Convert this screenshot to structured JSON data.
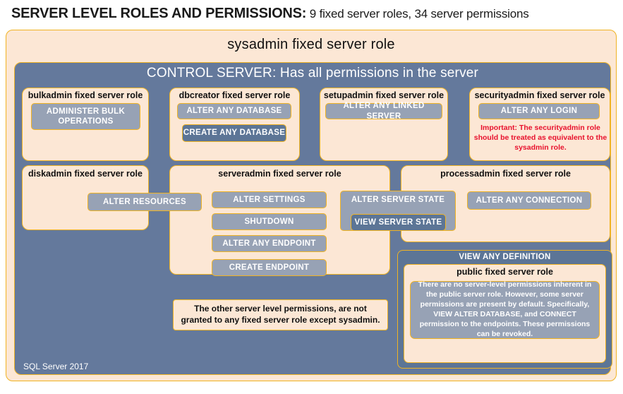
{
  "title": {
    "strong": "SERVER LEVEL ROLES AND PERMISSIONS:",
    "rest": " 9 fixed server roles, 34 server permissions"
  },
  "diagram": {
    "sysadmin_label": "sysadmin  fixed  server  role",
    "control_server_label": "CONTROL SERVER: Has all permissions in the server",
    "sql_version": "SQL Server 2017",
    "other_permissions_note": "The other server level permissions, are not granted to any fixed server role except sysadmin."
  },
  "roles": {
    "bulkadmin": {
      "title": "bulkadmin  fixed server role",
      "permissions": [
        "ADMINISTER  BULK OPERATIONS"
      ]
    },
    "dbcreator": {
      "title": "dbcreator fixed server role",
      "permissions": [
        "ALTER ANY DATABASE",
        "CREATE  ANY DATABASE"
      ]
    },
    "setupadmin": {
      "title": "setupadmin fixed server role",
      "permissions": [
        "ALTER ANY LINKED SERVER"
      ]
    },
    "securityadmin": {
      "title": "securityadmin  fixed server role",
      "permissions": [
        "ALTER ANY LOGIN"
      ],
      "note": "Important:  The securityadmin role should  be treated as equivalent to the  sysadmin role."
    },
    "diskadmin": {
      "title": "diskadmin  fixed server role",
      "permissions": [
        "ALTER RESOURCES"
      ]
    },
    "serveradmin": {
      "title": "serveradmin fixed server role",
      "permissions": [
        "ALTER SETTINGS",
        "SHUTDOWN",
        "ALTER ANY ENDPOINT",
        "CREATE  ENDPOINT",
        "ALTER SERVER  STATE",
        "VIEW SERVER  STATE"
      ]
    },
    "processadmin": {
      "title": "processadmin fixed server role",
      "permissions": [
        "ALTER ANY CONNECTION"
      ]
    },
    "public": {
      "view_any_definition": "VIEW ANY DEFINITION",
      "title": "public  fixed server role",
      "body": "There are no server-level permissions inherent in the public server role. However, some server permissions are present by default. Specifically, VIEW ALTER DATABASE, and CONNECT permission to the endpoints. These permissions can be revoked."
    }
  },
  "colors": {
    "slate": "#64799c",
    "slate_dark": "#5c7596",
    "peach": "#fce7d5",
    "gold": "#f0b323",
    "permission": "#97a2b5",
    "warning": "#e8112d"
  }
}
